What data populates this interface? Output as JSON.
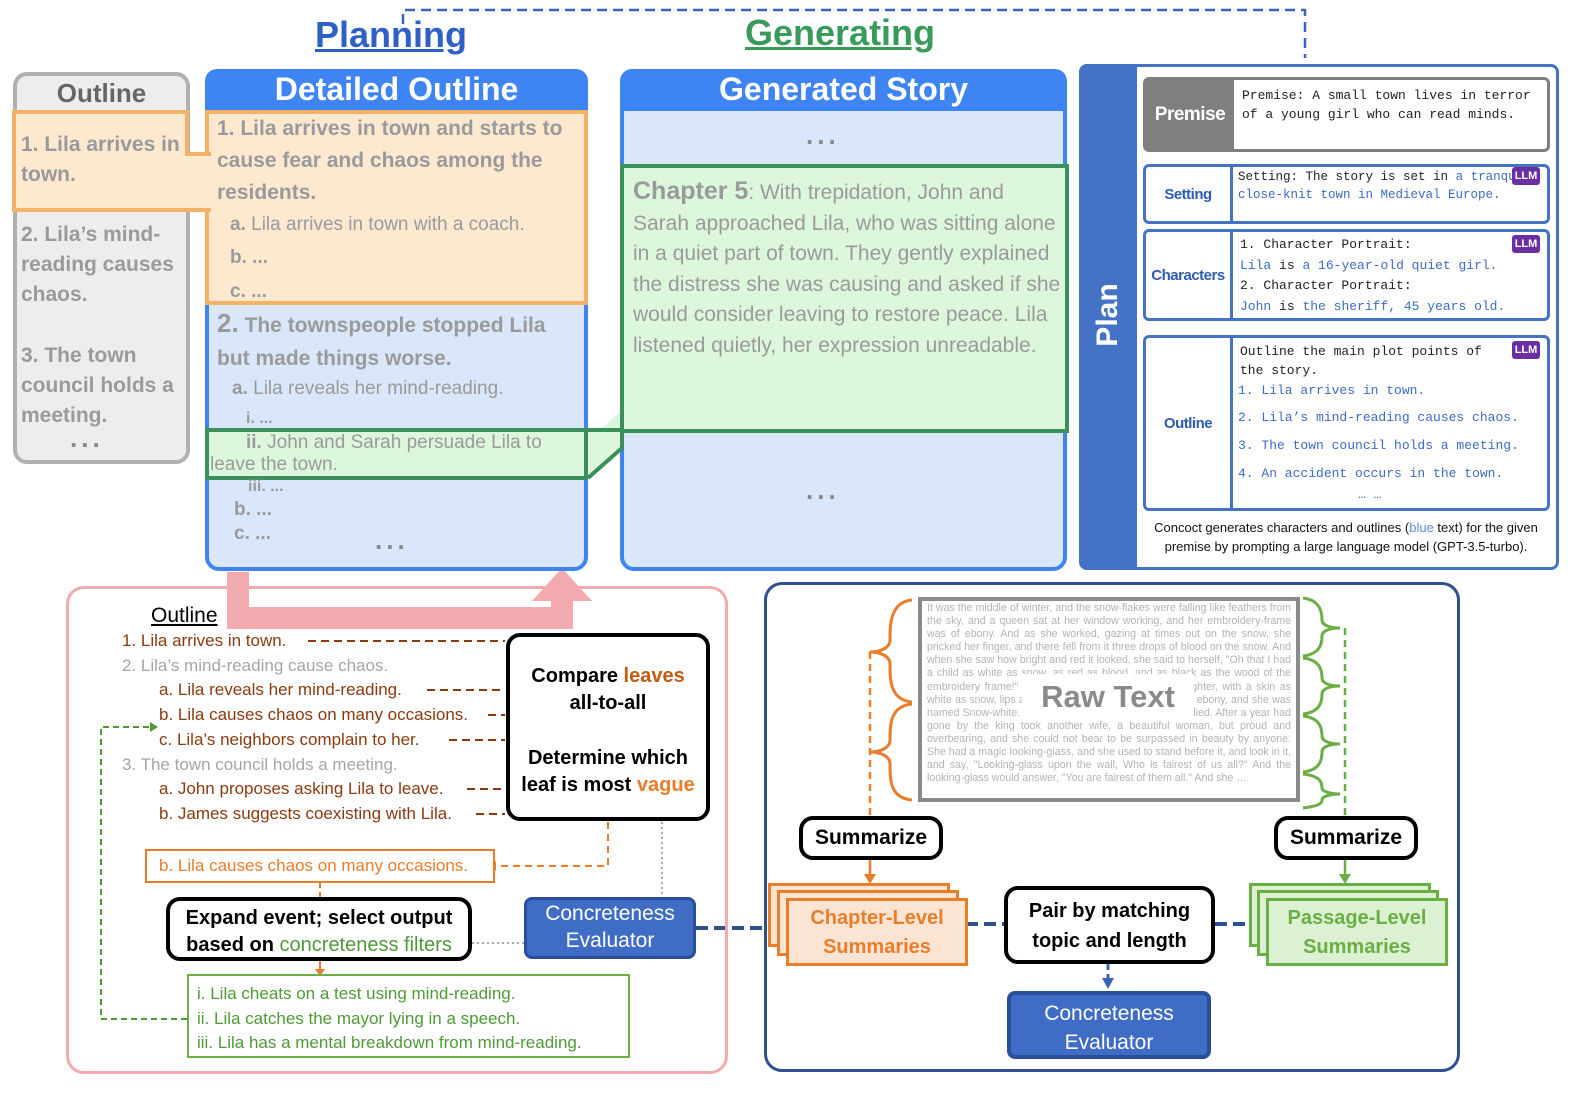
{
  "phases": {
    "planning": "Planning",
    "generating": "Generating"
  },
  "outline_col": {
    "title": "Outline",
    "items": [
      "1. Lila arrives in town.",
      "2. Lila’s mind-reading causes chaos.",
      "3. The town council holds a meeting."
    ],
    "ellipsis": "..."
  },
  "detailed_outline": {
    "title": "Detailed Outline",
    "item1_num": "1.",
    "item1": "Lila arrives in town and starts to cause fear and chaos among the residents.",
    "item1a_num": "a.",
    "item1a": "Lila arrives in town with a coach.",
    "item1b": "b. ...",
    "item1c": "c. ...",
    "item2_num": "2.",
    "item2": "The townspeople stopped Lila but made things worse.",
    "item2a_num": "a.",
    "item2a": "Lila reveals her mind-reading.",
    "item2a_i": "i. ...",
    "item2a_ii_num": "ii.",
    "item2a_ii": "John and Sarah persuade Lila to leave the town.",
    "item2a_iii": "iii. ...",
    "item2b": "b. ...",
    "item2c": "c. ...",
    "ellipsis": "..."
  },
  "generated_story": {
    "title": "Generated Story",
    "top_ellipsis": "...",
    "chapter_label": "Chapter 5",
    "chapter_text": ": With trepidation, John and Sarah approached Lila, who was sitting alone in a quiet part of town. They gently explained the distress she was causing and asked if she would consider leaving to restore peace. Lila listened quietly, her expression unreadable.",
    "bottom_ellipsis": "..."
  },
  "plan": {
    "label": "Plan",
    "premise_label": "Premise",
    "premise_text": "Premise: A small town lives in terror of a young girl who can read minds.",
    "setting_label": "Setting",
    "setting_prefix": "Setting: The story is set in",
    "setting_blue": "a tranquil, close-knit town in Medieval Europe.",
    "characters_label": "Characters",
    "char1_title": "1. Character Portrait:",
    "char1_name": "Lila",
    "char1_is": "is",
    "char1_desc": "a 16-year-old quiet girl.",
    "char2_title": "2. Character Portrait:",
    "char2_name": "John",
    "char2_is": "is",
    "char2_desc": "the sheriff, 45 years old.",
    "outline_label": "Outline",
    "outline_intro": "Outline the main plot points of the story.",
    "outline_items": [
      "1. Lila arrives in town.",
      "2. Lila’s mind-reading causes chaos.",
      "3. The town council holds a meeting.",
      "4. An accident occurs in the town."
    ],
    "outline_more": "… …",
    "llm_badge": "LLM",
    "caption_1": "Concoct generates characters and outlines (",
    "caption_blue": "blue",
    "caption_2": " text) for the given premise by prompting a large language model (GPT-3.5-turbo)."
  },
  "bottom_left": {
    "outline_title": "Outline",
    "lines": [
      "1. Lila arrives in town.",
      "2. Lila’s mind-reading cause chaos.",
      "a. Lila reveals her mind-reading.",
      "b. Lila causes chaos on many occasions.",
      "c. Lila’s neighbors complain to her.",
      "3. The town council holds a meeting.",
      "a. John proposes asking Lila to leave.",
      "b. James suggests coexisting with Lila."
    ],
    "compare_1": "Compare ",
    "compare_leaves": "leaves",
    "compare_2": "all-to-all",
    "determine_1": "Determine which",
    "determine_2": "leaf is most ",
    "determine_vague": "vague",
    "selected_leaf": "b. Lila causes chaos on many occasions.",
    "expand_1": "Expand event; select output",
    "expand_2": "based on ",
    "expand_filters": "concreteness filters",
    "evaluator": "Concreteness Evaluator",
    "outputs": [
      "i. Lila cheats on a test using mind-reading.",
      "ii. Lila catches the mayor lying in a speech.",
      "iii. Lila has a mental breakdown from mind-reading."
    ]
  },
  "bottom_right": {
    "raw_text_label": "Raw Text",
    "raw_text_body": "It was the middle of winter, and the snow-flakes were falling like feathers from the sky, and a queen sat at her window working, and her embroidery-frame was of ebony. And as she worked, gazing at times out on the snow, she pricked her finger, and there fell from it three drops of blood on the snow. And when she saw how bright and red it looked, she said to herself, \"Oh that I had a child as white as snow, as red as blood, and as black as the wood of the embroidery frame!\" Not very long after she had a daughter, with a skin as white as snow, lips as red as blood, and hair as black as ebony, and she was named Snow-white. And when she was born the queen died. After a year had gone by the king took another wife, a beautiful woman, but proud and overbearing, and she could not bear to be surpassed in beauty by anyone. She had a magic looking-glass, and she used to stand before it, and look in it, and say, \"Looking-glass upon the wall, Who is fairest of us all?\" And the looking-glass would answer, \"You are fairest of them all.\" And she …",
    "summarize_left": "Summarize",
    "summarize_right": "Summarize",
    "chapter_summaries": "Chapter-Level Summaries",
    "passage_summaries": "Passage-Level Summaries",
    "pair": "Pair by matching topic and length",
    "evaluator": "Concreteness Evaluator"
  },
  "colors": {
    "blue_header": "#3f84f3",
    "light_blue": "#dae7fb",
    "orange_fill": "#fde9cf",
    "orange_border": "#f4b266",
    "green_fill": "#dcf7dc",
    "green_border": "#3b8f5a",
    "plan_blue": "#4472c4",
    "pink": "#f2aaae",
    "navy": "#2f4f8f"
  }
}
